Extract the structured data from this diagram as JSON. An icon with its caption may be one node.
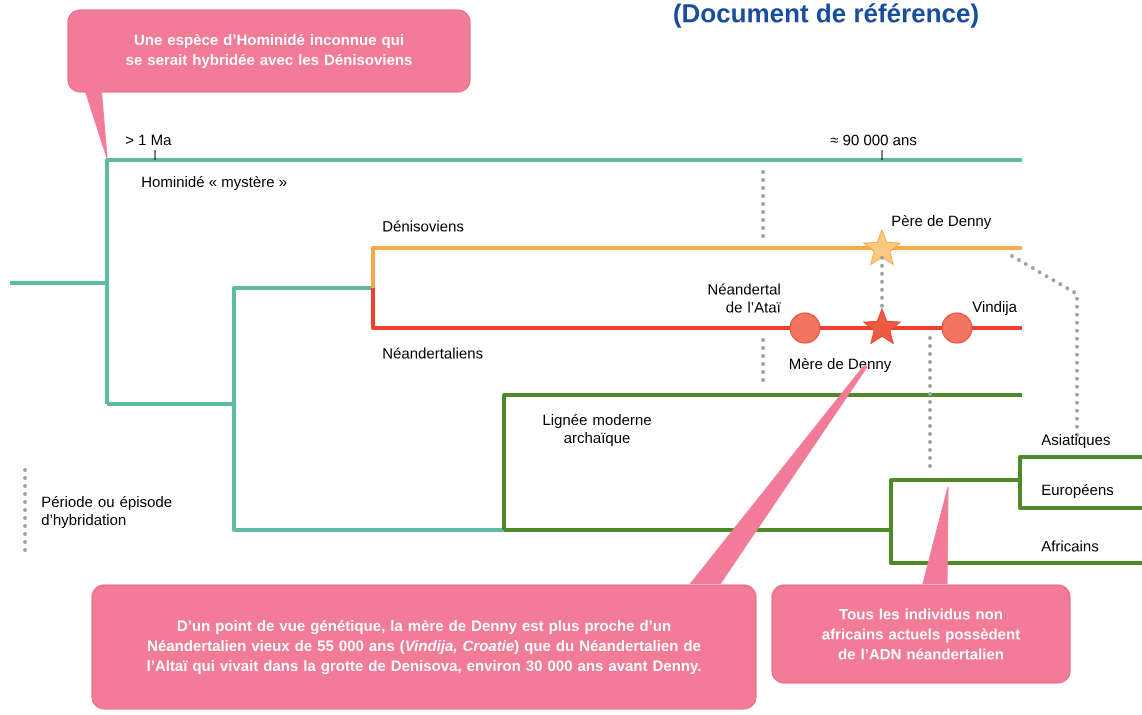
{
  "diagram": {
    "title": "(Document de référence)",
    "nodes": [
      {
        "text": [
          "Une espèce d’Hominidé inconnue qui se serait hybridée avec les Dénisoviens"
        ]
      },
      {
        "text": [
          "D’un point de vue génétique, la mère de Denny est plus proche d’un Néandertalien vieux de 55 000 ans (*Vindija, Croatie*) que du Néandertalien de l’Altaï qui vivait dans la grotte de Denisova, environ 30 000 ans avant Denny."
        ]
      },
      {
        "text": [
          "Tous les individus non africains actuels possèdent de l’ADN néandertalien"
        ]
      },
      {
        "text": [],
        "shape": "star",
        "beside": [
          "Père de Denny"
        ]
      },
      {
        "text": [],
        "shape": "circle",
        "beside": [
          "Néandertal de l’Ataï"
        ]
      },
      {
        "text": [],
        "shape": "star",
        "beside": [
          "Mère de Denny"
        ]
      },
      {
        "text": [],
        "shape": "circle",
        "beside": [
          "Vindija"
        ]
      }
    ],
    "edges": [
      {
        "from": 0,
        "to": null,
        "arrow": "to"
      },
      {
        "from": 1,
        "to": 5,
        "arrow": "none"
      },
      {
        "from": 2,
        "to": null,
        "arrow": "to"
      },
      {
        "from": 3,
        "to": 5,
        "arrow": "none",
        "style": "dashed",
        "color": "#9aa5a8"
      }
    ],
    "labels": [
      "> 1 Ma",
      "≈ 90 000 ans",
      "Hominidé « mystère »",
      "Dénisoviens",
      "Néandertaliens",
      "Lignée moderne archaïque",
      "Asiatiques",
      "Européens",
      "Africains"
    ],
    "legend": [
      {
        "text": "Période ou épisode d’hybridation"
      }
    ]
  }
}
